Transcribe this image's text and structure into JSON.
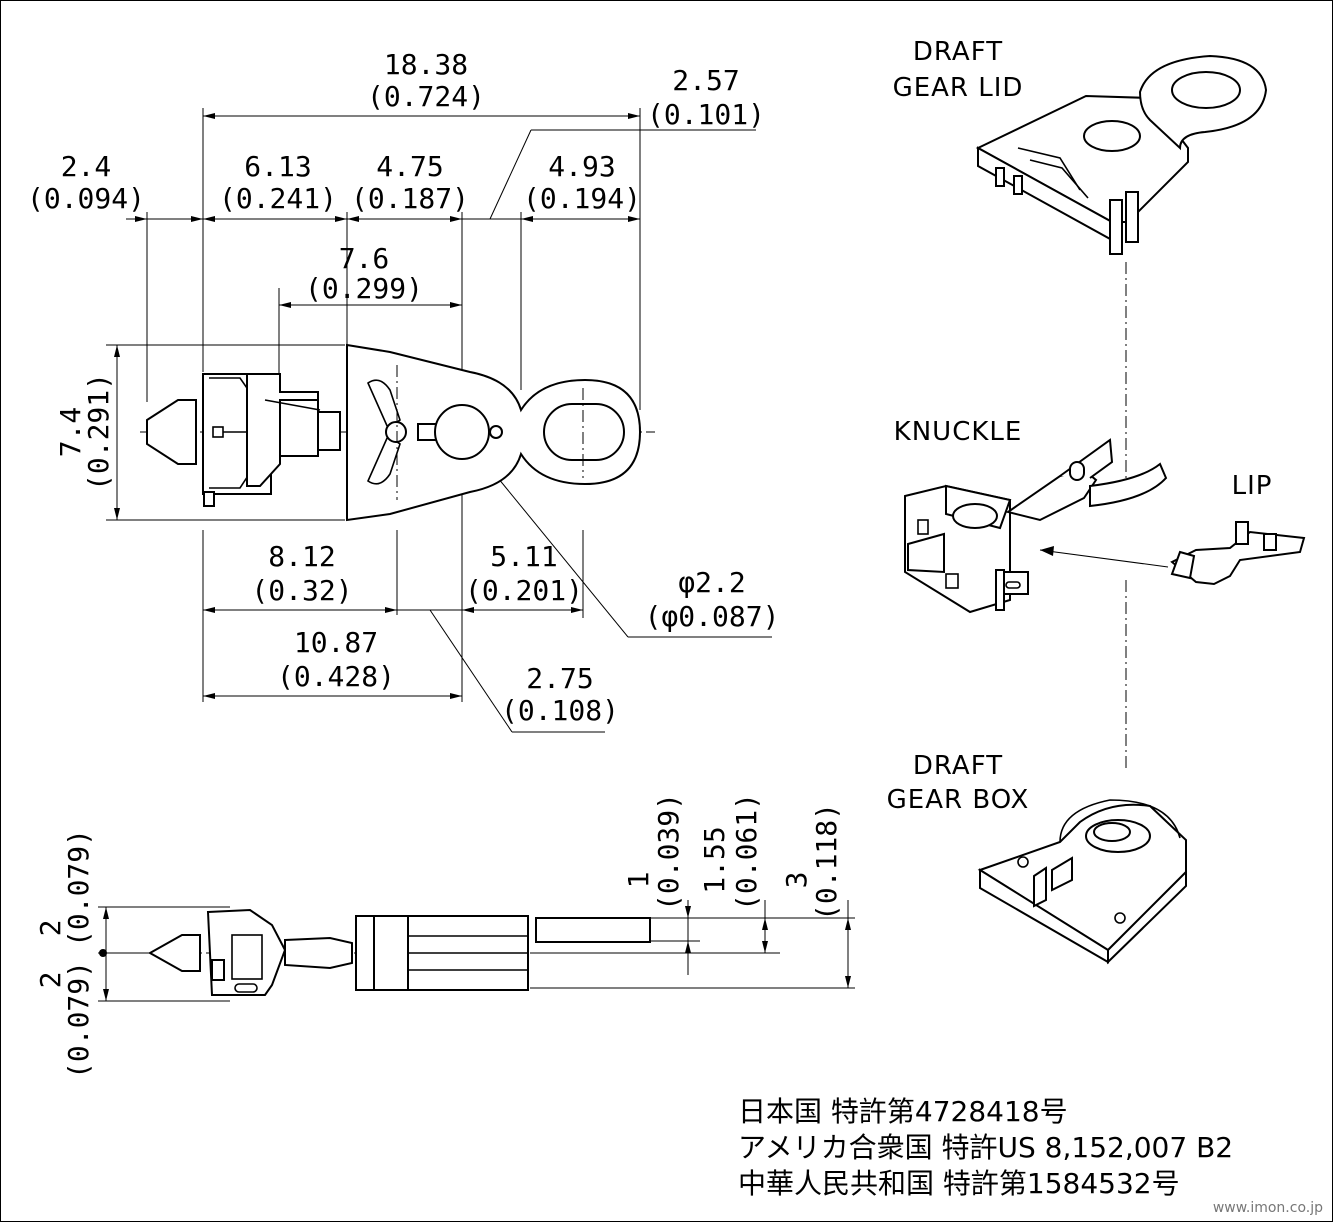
{
  "dimensions": {
    "overall": {
      "mm": "18.38",
      "in": "(0.724)"
    },
    "tail": {
      "mm": "2.57",
      "in": "(0.101)"
    },
    "tip": {
      "mm": "2.4",
      "in": "(0.094)"
    },
    "knuckle_len": {
      "mm": "6.13",
      "in": "(0.241)"
    },
    "shank_a": {
      "mm": "4.75",
      "in": "(0.187)"
    },
    "loop": {
      "mm": "4.93",
      "in": "(0.194)"
    },
    "pivot": {
      "mm": "7.6",
      "in": "(0.299)"
    },
    "height": {
      "mm": "7.4",
      "in": "(0.291)"
    },
    "a812": {
      "mm": "8.12",
      "in": "(0.32)"
    },
    "a511": {
      "mm": "5.11",
      "in": "(0.201)"
    },
    "phi": {
      "mm": "φ2.2",
      "in": "(φ0.087)"
    },
    "a1087": {
      "mm": "10.87",
      "in": "(0.428)"
    },
    "a275": {
      "mm": "2.75",
      "in": "(0.108)"
    },
    "side_top": {
      "mm": "2",
      "in": "(0.079)"
    },
    "side_bottom": {
      "mm": "2",
      "in": "(0.079)"
    },
    "t1": {
      "mm": "1",
      "in": "(0.039)"
    },
    "t155": {
      "mm": "1.55",
      "in": "(0.061)"
    },
    "t3": {
      "mm": "3",
      "in": "(0.118)"
    }
  },
  "labels": {
    "lid_1": "DRAFT",
    "lid_2": "GEAR LID",
    "knuckle": "KNUCKLE",
    "lip": "LIP",
    "box_1": "DRAFT",
    "box_2": "GEAR BOX"
  },
  "patents": [
    "日本国 特許第4728418号",
    "アメリカ合衆国 特許US 8,152,007 B2",
    "中華人民共和国 特許第1584532号"
  ],
  "watermark": "www.imon.co.jp"
}
